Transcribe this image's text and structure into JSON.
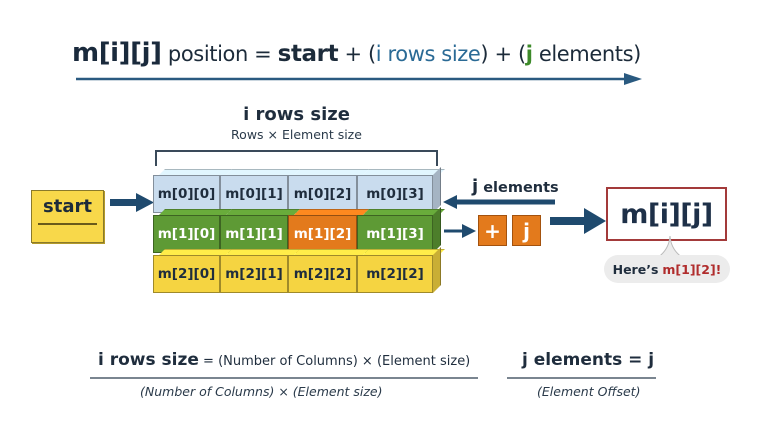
{
  "title": {
    "matrix": "m[i][j]",
    "position_text": " position = ",
    "start": "start",
    "plus1": " + (",
    "i_rows": "i rows size",
    "mid": ") + (",
    "j_sym": "j",
    "elements": " elements)"
  },
  "i_rows_header": {
    "heading": "i rows size",
    "subheading": "Rows × Element size"
  },
  "start_box": {
    "label": "start"
  },
  "grid": {
    "rows": [
      {
        "cells": [
          "m[0][0]",
          "m[0][1]",
          "m[0][2]",
          "m[0][3]"
        ]
      },
      {
        "cells": [
          "m[1][0]",
          "m[1][1]",
          "m[1][2]",
          "m[1][3]"
        ]
      },
      {
        "cells": [
          "m[2][0]",
          "m[2][1]",
          "m[2][2]",
          "m[2][2]"
        ]
      }
    ],
    "highlight": {
      "row": 1,
      "col": 2
    },
    "colors": {
      "row0": "#c9dcee",
      "row1": "#5e9a35",
      "row2": "#f5d441",
      "highlight": "#e37a1c"
    }
  },
  "j_label": {
    "j": "j",
    "text": " elements"
  },
  "ops": {
    "plus": "+",
    "j": "j"
  },
  "result": {
    "label": "m[i][j]",
    "bubble_prefix": "Here’s",
    "bubble_value": "m[1][2]!"
  },
  "formula_i": {
    "lhs": "i rows size",
    "rhs": " = (Number of Columns) × (Element size)",
    "denominator": "(Number of Columns) × (Element size)"
  },
  "formula_j": {
    "text": "j elements = j",
    "denominator": "(Element Offset)"
  },
  "colors": {
    "arrow": "#1f4a6e",
    "accent_red": "#a33a3a",
    "accent_blue": "#2a6a95",
    "accent_green": "#3d8a2a"
  }
}
